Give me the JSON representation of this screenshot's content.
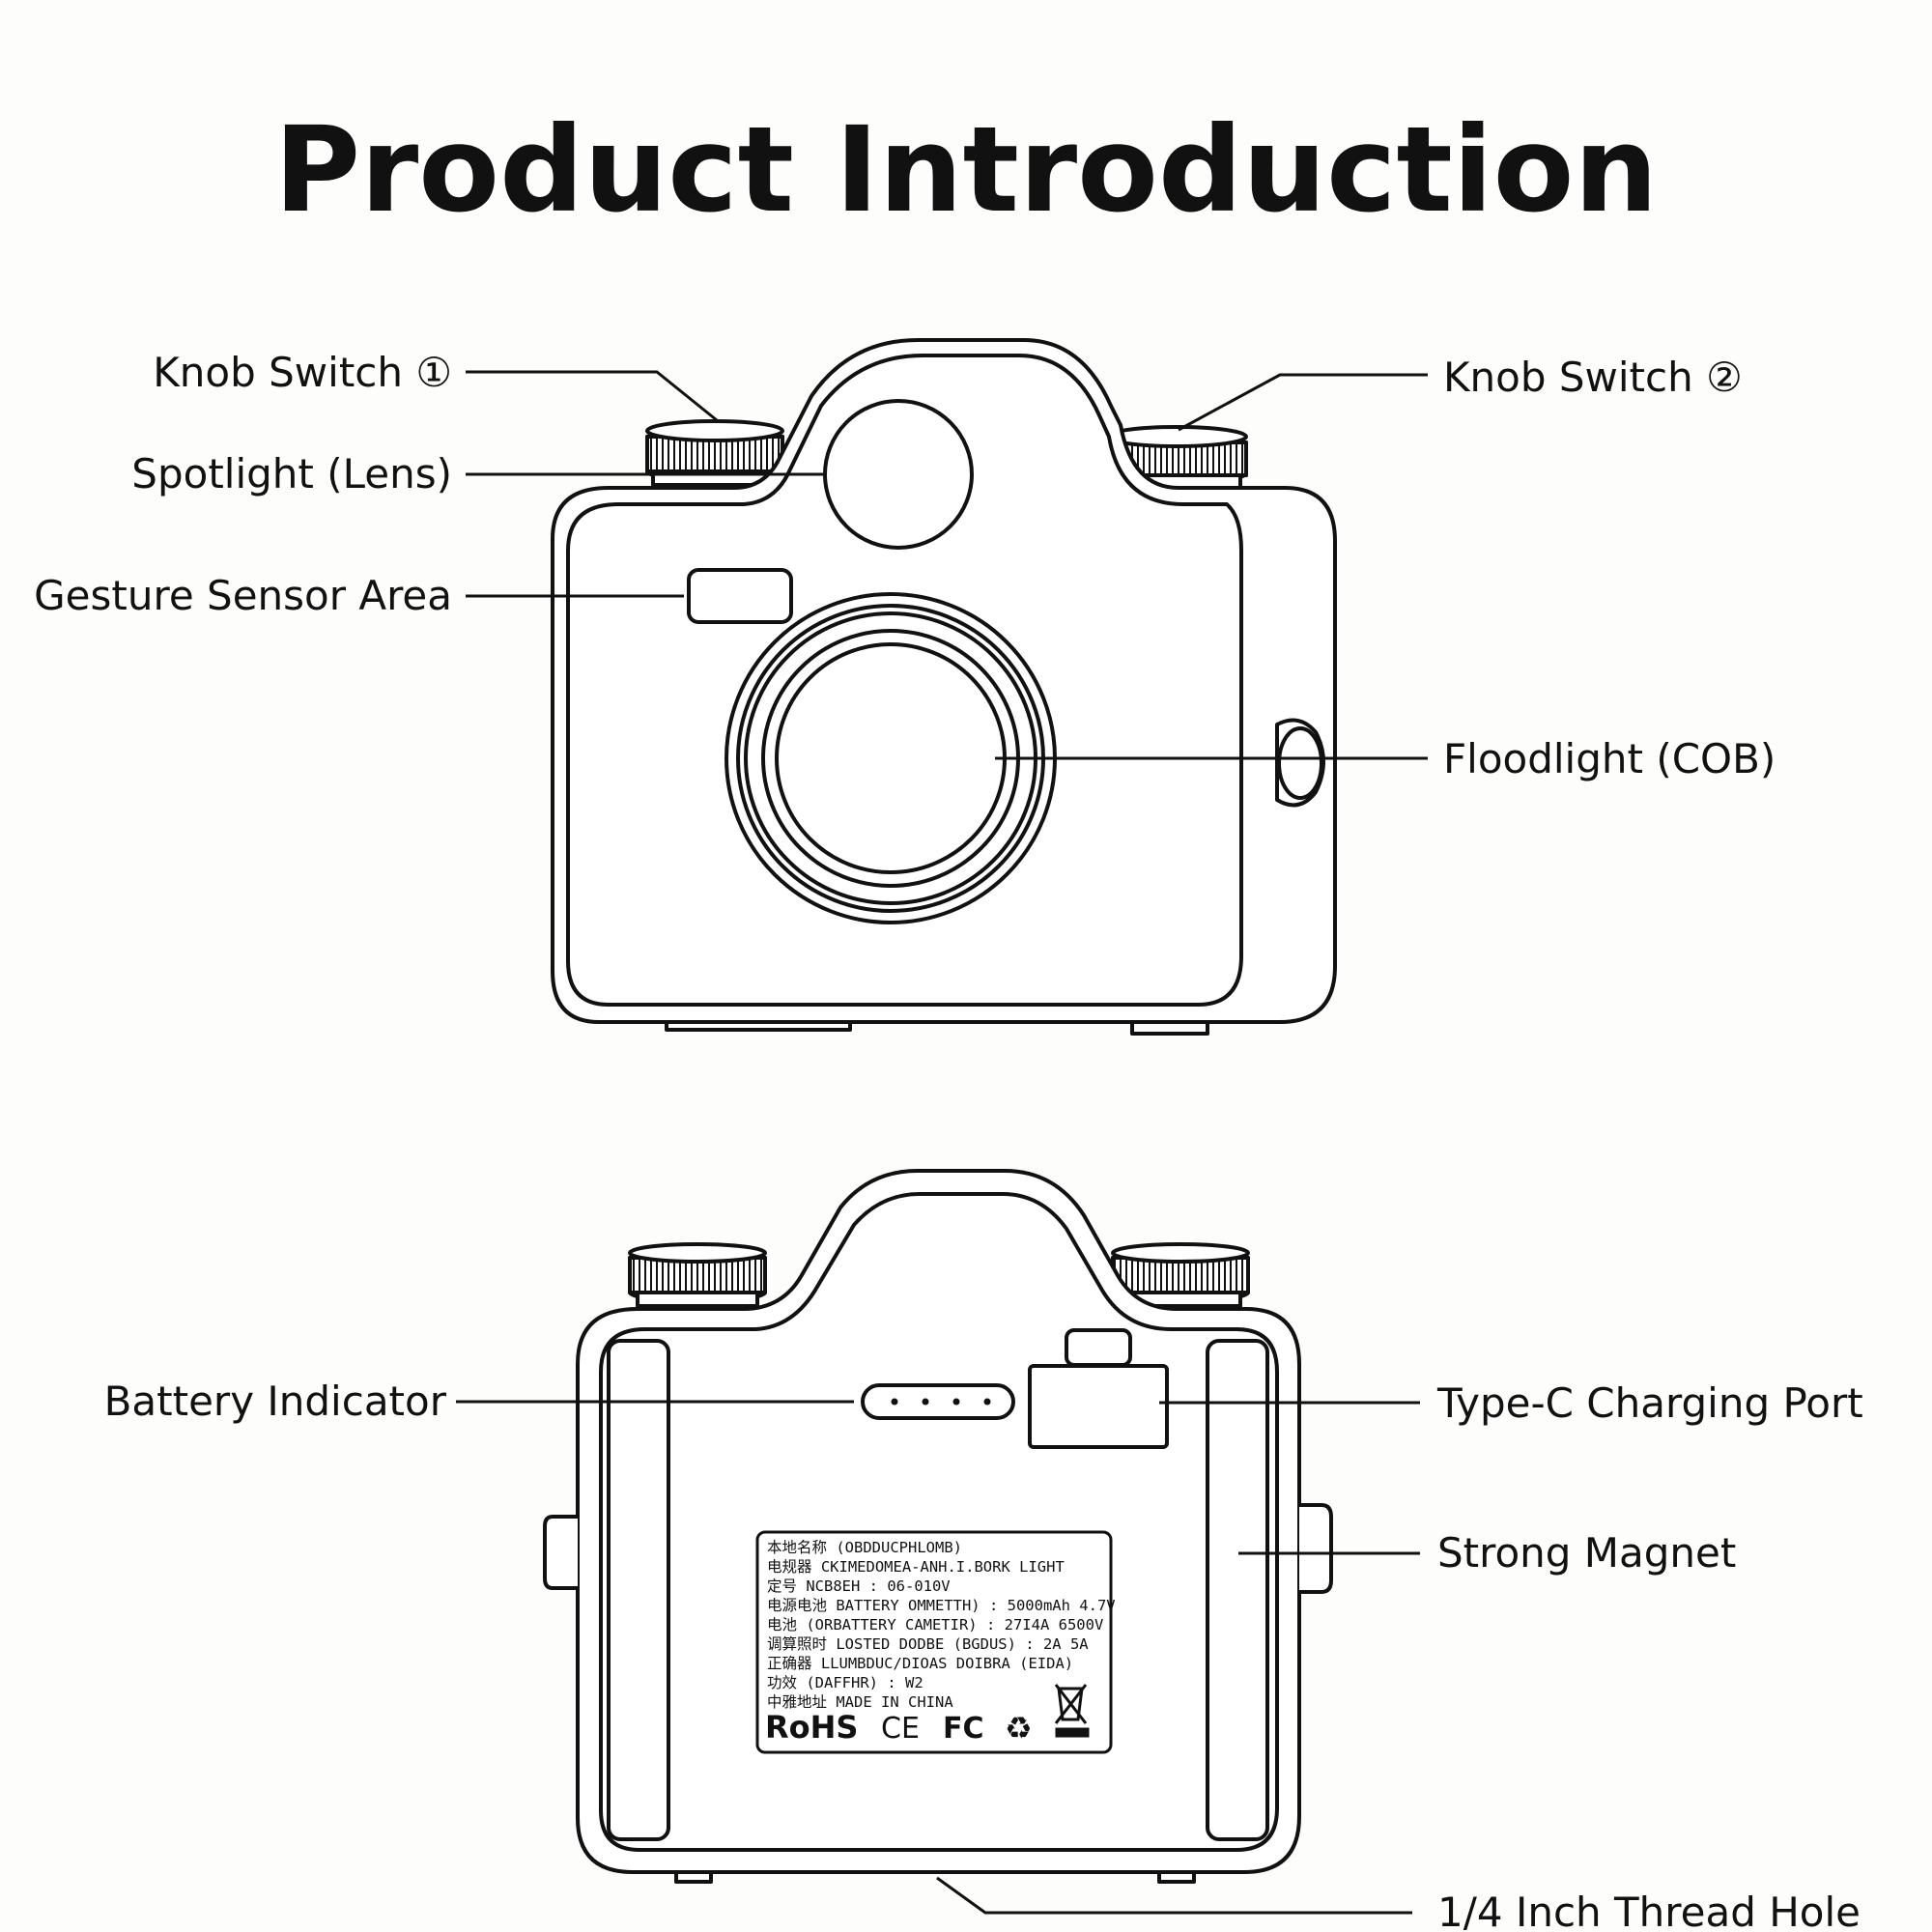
{
  "title": "Product Introduction",
  "front_view": {
    "labels": {
      "knob_switch_1": "Knob Switch ①",
      "spotlight": "Spotlight (Lens)",
      "gesture_sensor": "Gesture Sensor Area",
      "knob_switch_2": "Knob Switch ②",
      "floodlight": "Floodlight (COB)"
    }
  },
  "back_view": {
    "labels": {
      "battery_indicator": "Battery Indicator",
      "type_c_port": "Type-C Charging Port",
      "strong_magnet": "Strong Magnet",
      "thread_hole": "1/4 Inch Thread Hole"
    },
    "rating_plate": {
      "lines": [
        "本地名称 (OBDDUCPHLOMB)",
        "电规器 CKIMEDOMEA-ANH.I.BORK LIGHT",
        "定号 NCB8EH : 06-010V",
        "电源电池 BATTERY OMMETTH) : 5000mAh 4.7V",
        "电池 (ORBATTERY CAMETIR) : 27I4A 6500V",
        "调算照时 LOSTED DODBE (BGDUS) : 2A 5A",
        "正确器 LLUMBDUC/DIOAS DOIBRA (EIDA)",
        "功效 (DAFFHR) : W2",
        "中雅地址 MADE IN CHINA"
      ],
      "marks": [
        "RoHS",
        "CE",
        "FC"
      ]
    }
  }
}
